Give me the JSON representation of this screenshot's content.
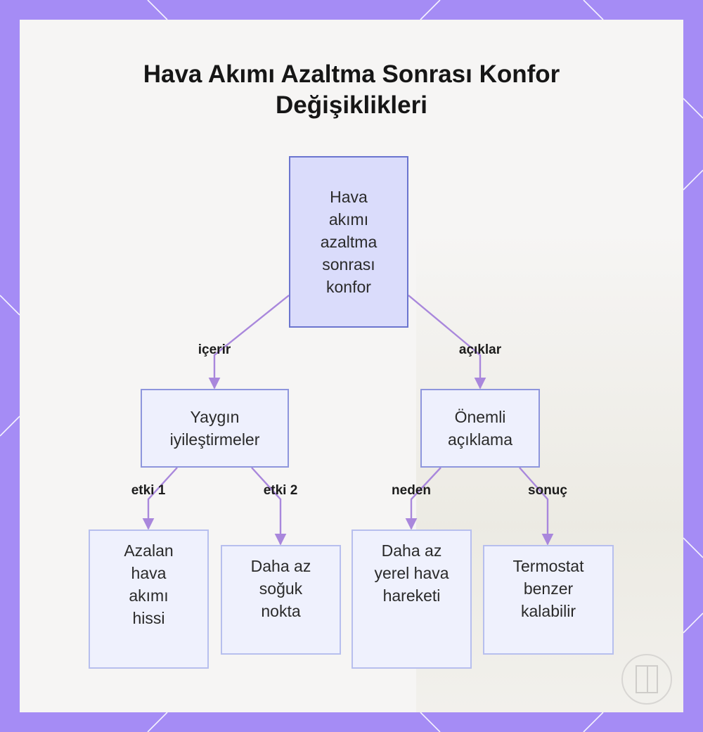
{
  "title": "Hava Akımı Azaltma Sonrası Konfor Değişiklikleri",
  "colors": {
    "frame": "#a58cf5",
    "panel": "#f6f5f4",
    "root_fill": "#dadcfb",
    "root_border": "#6b75cf",
    "node_fill": "#eef0fd",
    "node_border": "#8e96dd",
    "leaf_border": "#b7bfee",
    "edge": "#a987dc"
  },
  "nodes": {
    "root": {
      "lines": [
        "Hava",
        "akımı",
        "azaltma",
        "sonrası",
        "konfor"
      ]
    },
    "common": {
      "lines": [
        "Yaygın",
        "iyileştirmeler"
      ]
    },
    "note": {
      "lines": [
        "Önemli",
        "açıklama"
      ]
    },
    "effect1": {
      "lines": [
        "Azalan",
        "hava",
        "akımı",
        "hissi"
      ]
    },
    "effect2": {
      "lines": [
        "Daha az",
        "soğuk",
        "nokta"
      ]
    },
    "reason": {
      "lines": [
        "Daha az",
        "yerel hava",
        "hareketi"
      ]
    },
    "result": {
      "lines": [
        "Termostat",
        "benzer",
        "kalabilir"
      ]
    }
  },
  "edges": {
    "contains": "içerir",
    "explains": "açıklar",
    "effect1": "etki 1",
    "effect2": "etki 2",
    "reason": "neden",
    "result": "sonuç"
  },
  "icons": {
    "corner": "door-icon"
  }
}
